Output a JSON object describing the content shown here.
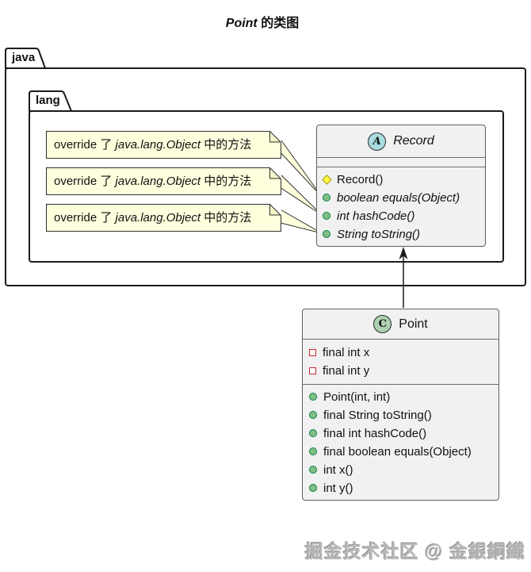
{
  "title": {
    "class_name": "Point",
    "suffix": " 的类图"
  },
  "packages": {
    "outer": "java",
    "inner": "lang"
  },
  "note": {
    "part1": "override 了 ",
    "part2": "java.lang.Object",
    "part3": " 中的方法"
  },
  "record_class": {
    "stereotype_letter": "A",
    "stereotype": "abstract",
    "name": "Record",
    "fields": [],
    "methods": [
      {
        "visibility": "package",
        "label": "Record()"
      },
      {
        "visibility": "public",
        "label": "boolean equals(Object)"
      },
      {
        "visibility": "public",
        "label": "int hashCode()"
      },
      {
        "visibility": "public",
        "label": "String toString()"
      }
    ]
  },
  "point_class": {
    "stereotype_letter": "C",
    "stereotype": "class",
    "name": "Point",
    "fields": [
      {
        "visibility": "private",
        "label": "final int x"
      },
      {
        "visibility": "private",
        "label": "final int y"
      }
    ],
    "methods": [
      {
        "visibility": "public",
        "label": "Point(int, int)"
      },
      {
        "visibility": "public",
        "label": "final String toString()"
      },
      {
        "visibility": "public",
        "label": "final int hashCode()"
      },
      {
        "visibility": "public",
        "label": "final boolean equals(Object)"
      },
      {
        "visibility": "public",
        "label": "int x()"
      },
      {
        "visibility": "public",
        "label": "int y()"
      }
    ]
  },
  "relationship": {
    "from": "Point",
    "to": "Record",
    "type": "arrow-up"
  },
  "watermark": "掘金技术社区 @ 金銀銅鐵",
  "colors": {
    "note_bg": "#FEFFDD",
    "class_bg": "#F1F1F1",
    "abstract_circle": "#A9DCDF",
    "class_circle": "#ADD1B2",
    "public_icon": "#84BE84",
    "public_icon_border": "#038048",
    "package_icon": "#FFFF44",
    "private_icon_border": "#C82930",
    "line": "#1b1b1b"
  }
}
